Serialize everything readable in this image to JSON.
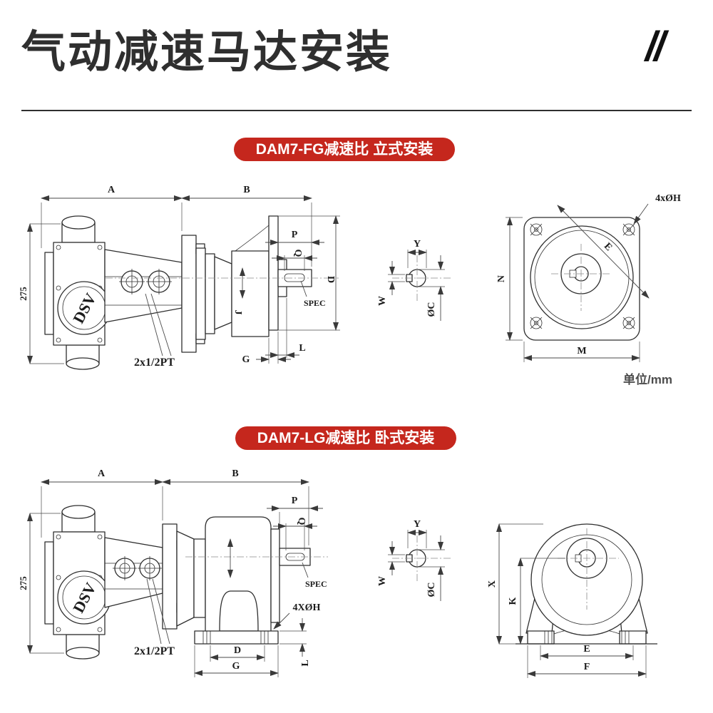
{
  "header": {
    "title": "气动减速马达安装",
    "mark": "//"
  },
  "sections": {
    "fg": {
      "badge": "DAM7-FG减速比 立式安装"
    },
    "lg": {
      "badge": "DAM7-LG减速比 卧式安装"
    }
  },
  "unit_note": "单位/mm",
  "colors": {
    "badge_red": "#c5271d",
    "title": "#2f2f2f",
    "line": "#2e2e2e",
    "dim": "#4a4a4a"
  },
  "diagrams": {
    "fg_side": {
      "labels": {
        "A": "A",
        "B": "B",
        "height": "275",
        "P": "P",
        "Q": "Q",
        "D": "D",
        "J": "J",
        "spec": "SPEC",
        "G": "G",
        "L": "L",
        "ports": "2x1/2PT",
        "motor": "DSV"
      }
    },
    "fg_shaft": {
      "labels": {
        "Y": "Y",
        "W": "W",
        "C": "ØC"
      }
    },
    "fg_front": {
      "labels": {
        "holes": "4xØH",
        "E": "E",
        "N": "N",
        "M": "M"
      }
    },
    "lg_side": {
      "labels": {
        "A": "A",
        "B": "B",
        "height": "275",
        "P": "P",
        "Q": "Q",
        "spec": "SPEC",
        "holes": "4XØH",
        "D": "D",
        "G": "G",
        "L": "L",
        "ports": "2x1/2PT",
        "motor": "DSV"
      }
    },
    "lg_shaft": {
      "labels": {
        "Y": "Y",
        "W": "W",
        "C": "ØC"
      }
    },
    "lg_front": {
      "labels": {
        "X": "X",
        "K": "K",
        "E": "E",
        "F": "F"
      }
    }
  }
}
